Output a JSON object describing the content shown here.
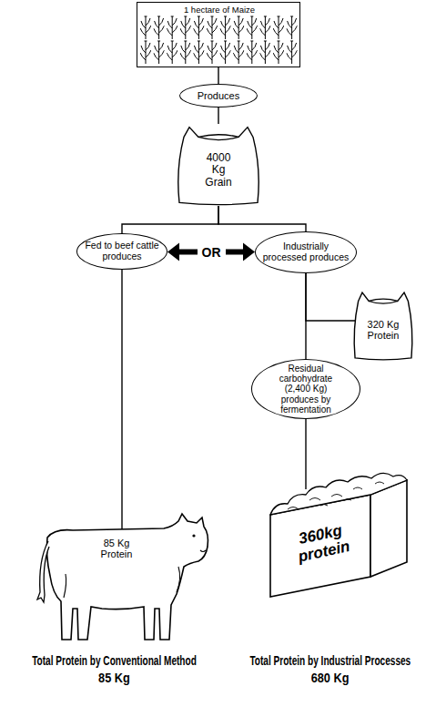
{
  "diagram": {
    "nodes": [
      {
        "text": [
          "1 hectare of Maize"
        ]
      },
      {
        "text": [
          "Produces"
        ]
      },
      {
        "text": [
          "4000 Kg Grain"
        ]
      },
      {
        "text": [
          "Fed to beef cattle produces"
        ]
      },
      {
        "text": [
          "Industrially processed produces"
        ]
      },
      {
        "text": [
          "320 Kg Protein"
        ]
      },
      {
        "text": [
          "Residual carbohydrate (2,400 Kg) produces by fermentation"
        ]
      },
      {
        "text": [
          "85 Kg Protein"
        ]
      },
      {
        "text": [
          "360kg protein"
        ]
      }
    ],
    "edges": [
      {
        "from": 0,
        "to": 1,
        "arrow": "none"
      },
      {
        "from": 1,
        "to": 2,
        "arrow": "none"
      },
      {
        "from": 2,
        "to": 3,
        "arrow": "none"
      },
      {
        "from": 2,
        "to": 4,
        "arrow": "none"
      },
      {
        "from": 3,
        "to": 4,
        "label": "OR",
        "arrow": "both"
      },
      {
        "from": 4,
        "to": 5,
        "arrow": "none"
      },
      {
        "from": 4,
        "to": 6,
        "arrow": "none"
      },
      {
        "from": 3,
        "to": 7,
        "arrow": "none"
      },
      {
        "from": 6,
        "to": 8,
        "arrow": "none"
      }
    ],
    "labels": [
      "Total Protein by Conventional Method",
      "85 Kg",
      "Total Protein by Industrial Processes",
      "680 Kg"
    ]
  }
}
